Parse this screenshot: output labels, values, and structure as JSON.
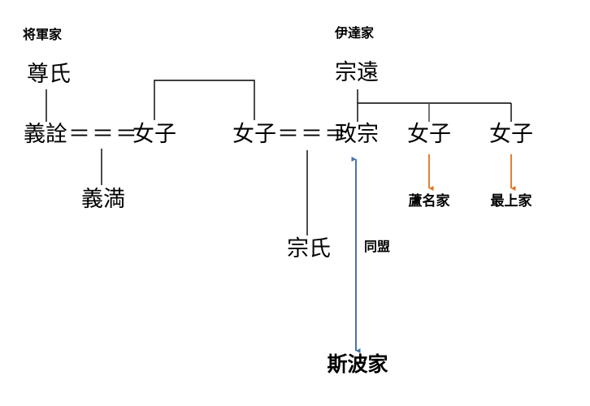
{
  "diagram": {
    "title": "Japanese family tree: Shogunate house and Date house with marriage and alliance links",
    "colors": {
      "line": "#000000",
      "text": "#000000",
      "alliance_arrow": "#4472a8",
      "vassal_arrow": "#e2711d",
      "background": "#ffffff"
    },
    "headers": [
      {
        "id": "shogun-house",
        "label": "将軍家"
      },
      {
        "id": "date-house",
        "label": "伊達家"
      }
    ],
    "people": [
      {
        "id": "takauji",
        "label": "尊氏"
      },
      {
        "id": "yoshiakira",
        "label": "義詮"
      },
      {
        "id": "joshi-1",
        "label": "女子"
      },
      {
        "id": "yoshimitsu",
        "label": "義満"
      },
      {
        "id": "joshi-2",
        "label": "女子"
      },
      {
        "id": "muneto",
        "label": "宗遠"
      },
      {
        "id": "masamune",
        "label": "政宗"
      },
      {
        "id": "muneuji",
        "label": "宗氏"
      },
      {
        "id": "joshi-3",
        "label": "女子"
      },
      {
        "id": "joshi-4",
        "label": "女子"
      }
    ],
    "marriages": [
      {
        "id": "marriage-1",
        "symbol": "＝＝＝",
        "left": "義詮",
        "right": "女子",
        "child": "義満"
      },
      {
        "id": "marriage-2",
        "symbol": "＝＝＝",
        "left": "女子",
        "right": "政宗",
        "child": "宗氏"
      }
    ],
    "targets": [
      {
        "id": "ashina-house",
        "label": "蘆名家",
        "from": "女子",
        "arrow": "vassal-arrow"
      },
      {
        "id": "mogami-house",
        "label": "最上家",
        "from": "女子",
        "arrow": "vassal-arrow"
      },
      {
        "id": "shiba-house",
        "label": "斯波家",
        "from": "政宗",
        "arrow": "alliance-arrow"
      }
    ],
    "edge_labels": [
      {
        "id": "alliance-label",
        "label": "同盟"
      }
    ]
  }
}
